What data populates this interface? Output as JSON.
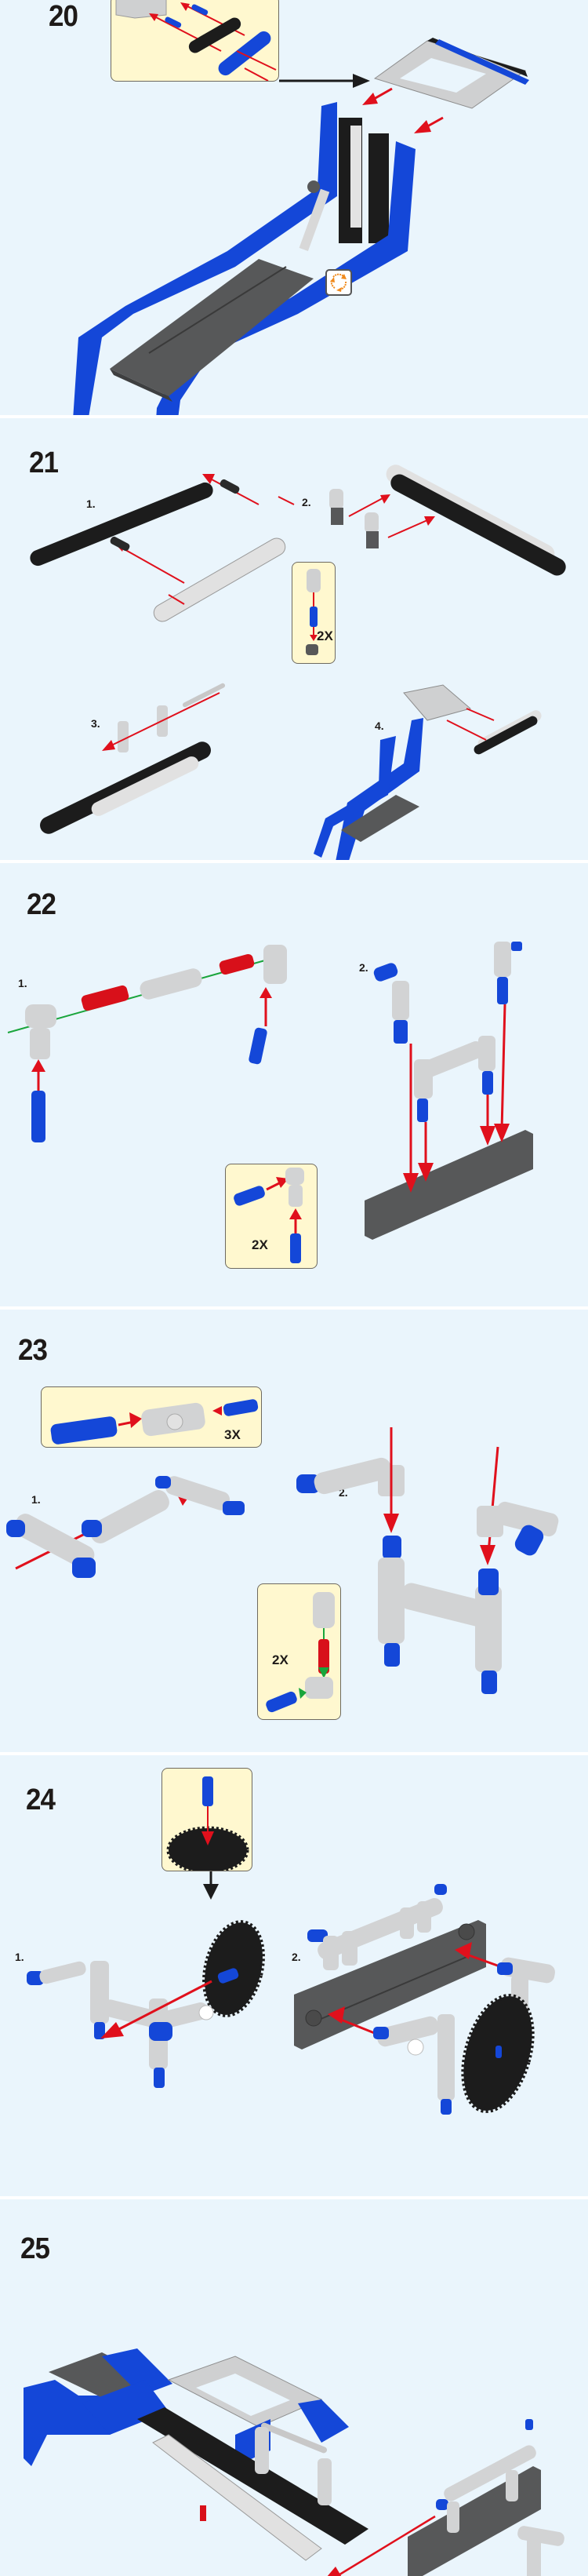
{
  "document": {
    "type": "building-instructions",
    "colors": {
      "background": "#eaf5fc",
      "callout_background": "#fff8cf",
      "brick_blue": "#1447d8",
      "brick_black": "#1c1c1c",
      "brick_light_gray": "#d2d3d4",
      "brick_dark_gray": "#575859",
      "brick_red": "#d8101a",
      "arrow_red": "#e0101c",
      "arrow_green": "#1aa53c",
      "rotate_icon_orange": "#f08a1c"
    }
  },
  "steps": [
    {
      "number": "20",
      "callouts": [
        {
          "quantity": "",
          "content": "frame-with-two-beams"
        }
      ],
      "sub_steps": [],
      "icons": [
        "rotate-model-icon"
      ]
    },
    {
      "number": "21",
      "sub_steps": [
        {
          "label": "1."
        },
        {
          "label": "2."
        },
        {
          "label": "3."
        },
        {
          "label": "4."
        }
      ],
      "callouts": [
        {
          "quantity": "2X",
          "content": "connector-pin-angle"
        }
      ]
    },
    {
      "number": "22",
      "sub_steps": [
        {
          "label": "1."
        },
        {
          "label": "2."
        }
      ],
      "callouts": [
        {
          "quantity": "2X",
          "content": "pin-connector-assembly"
        }
      ]
    },
    {
      "number": "23",
      "sub_steps": [
        {
          "label": "1."
        },
        {
          "label": "2."
        }
      ],
      "callouts": [
        {
          "quantity": "3X",
          "content": "pin-cross-connector"
        },
        {
          "quantity": "2X",
          "content": "axle-connector-assembly"
        }
      ]
    },
    {
      "number": "24",
      "sub_steps": [
        {
          "label": "1."
        },
        {
          "label": "2."
        }
      ],
      "callouts": [
        {
          "quantity": "",
          "content": "pin-into-gear"
        }
      ]
    },
    {
      "number": "25",
      "sub_steps": [],
      "callouts": []
    }
  ]
}
